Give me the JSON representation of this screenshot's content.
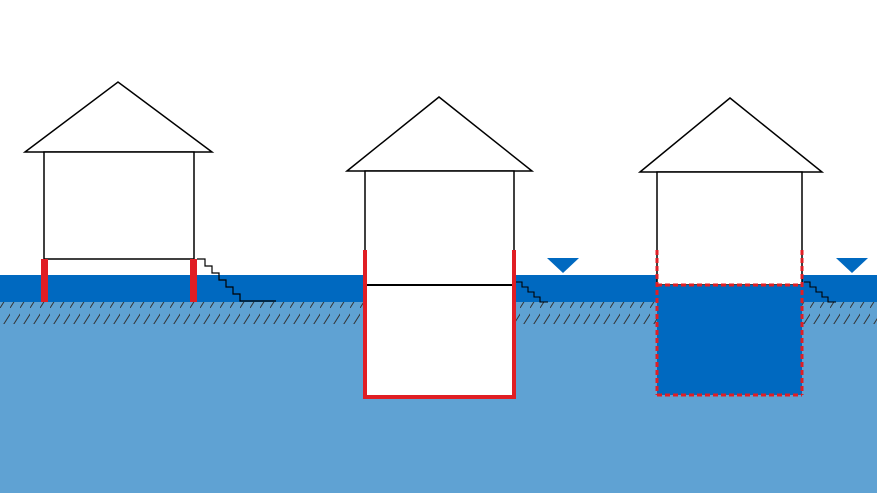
{
  "diagram": {
    "description_labels": [],
    "panels": [
      {
        "id": "elevated-on-piers",
        "water_indicator": false
      },
      {
        "id": "dry-floodproofed-basement",
        "water_indicator": true
      },
      {
        "id": "wet-floodproofed-basement",
        "water_indicator": true
      }
    ]
  },
  "colors": {
    "sky": "#ffffff",
    "flood_water": "#0069c0",
    "ground": "#5fa2d3",
    "outline": "#000000",
    "flood_resistant": "#e01e24",
    "water_marker": "#0069c0"
  },
  "icons": [
    "water-level-triangle-icon",
    "hatch-ground-icon"
  ]
}
